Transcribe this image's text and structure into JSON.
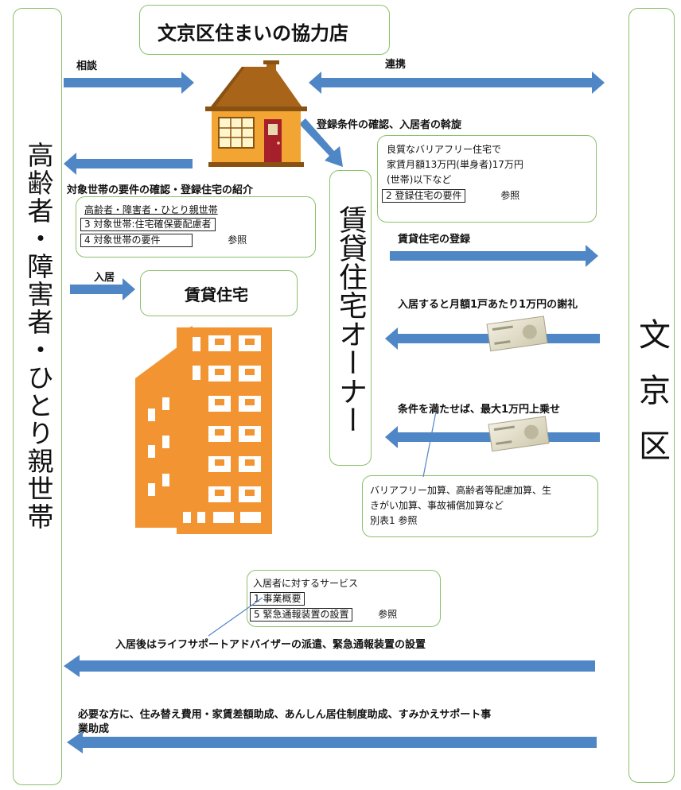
{
  "left_party": "高齢者・障害者・ひとり親世帯",
  "right_party": "文京区",
  "owner": "賃貸住宅オーナー",
  "cooperating_store": "文京区住まいの協力店",
  "rental_housing": "賃貸住宅",
  "flows": {
    "consult": "相談",
    "cooperation": "連携",
    "registration_check": "登録条件の確認、入居者の斡旋",
    "household_check": "対象世帯の要件の確認・登録住宅の紹介",
    "move_in": "入居",
    "register_rental": "賃貸住宅の登録",
    "monthly_reward": "入居すると月額1戸あたり1万円の謝礼",
    "extra_reward": "条件を満たせば、最大1万円上乗せ",
    "after_move_in": "入居後はライフサポートアドバイザーの派遣、緊急通報装置の設置",
    "subsidy_line1": "必要な方に、住み替え費用・家賃差額助成、あんしん居住制度助成、すみかえサポート事",
    "subsidy_line2": "業助成"
  },
  "notes": {
    "housing_requirements": {
      "line1": "良質なバリアフリー住宅で",
      "line2": "家賃月額13万円(単身者)17万円",
      "line3": "(世帯)以下など",
      "ref": "2  登録住宅の要件",
      "ref_label": "参照"
    },
    "target_households": {
      "line1": "高齢者・障害者・ひとり親世帯",
      "ref1": "3  対象世帯:住宅確保要配慮者",
      "ref2": "4  対象世帯の要件",
      "ref_label": "参照"
    },
    "additions": {
      "line1": "バリアフリー加算、高齢者等配慮加算、生",
      "line2": "きがい加算、事故補償加算など",
      "line3": "別表1  参照"
    },
    "services": {
      "line1": "入居者に対するサービス",
      "ref1": "1  事業概要",
      "ref2": "5  緊急通報装置の設置",
      "ref_label": "参照"
    }
  },
  "colors": {
    "arrow": "#4f86c6",
    "box_border": "#8cc06a",
    "house_roof": "#a86418",
    "building": "#f39433"
  }
}
